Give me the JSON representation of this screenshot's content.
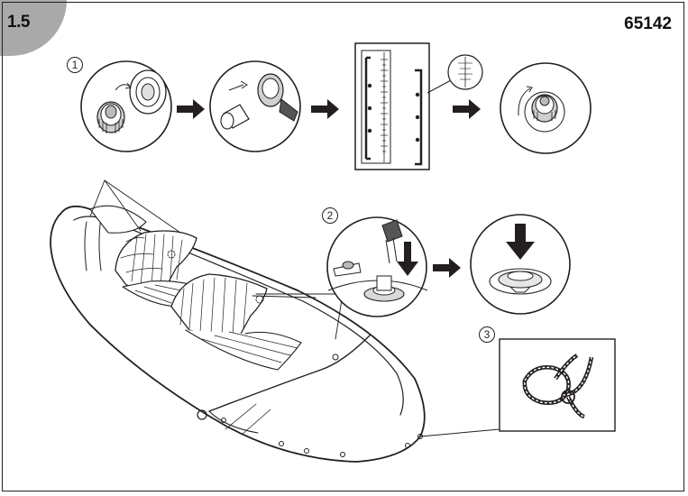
{
  "header": {
    "step": "1.5",
    "model_number": "65142"
  },
  "steps": [
    {
      "number": "1"
    },
    {
      "number": "2"
    },
    {
      "number": "3"
    }
  ],
  "colors": {
    "ink": "#231f20",
    "tab_gray": "#a9a9a9",
    "shade": "#d9d9d9",
    "paper": "#ffffff"
  }
}
